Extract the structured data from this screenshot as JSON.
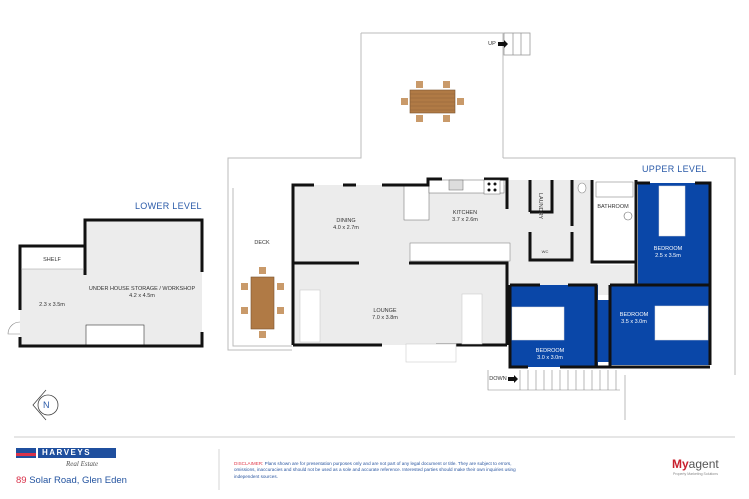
{
  "plan": {
    "lower_level": {
      "title": "LOWER LEVEL",
      "rooms": [
        {
          "name": "SHELF",
          "dims": ""
        },
        {
          "name": "UNDER HOUSE STORAGE / WORKSHOP",
          "dims": "4.2 x 4.5m"
        },
        {
          "name": "",
          "dims": "2.3 x 3.5m"
        }
      ]
    },
    "upper_level": {
      "title": "UPPER LEVEL",
      "rooms": [
        {
          "name": "DECK",
          "dims": ""
        },
        {
          "name": "DINING",
          "dims": "4.0 x 2.7m"
        },
        {
          "name": "KITCHEN",
          "dims": "3.7 x 2.6m"
        },
        {
          "name": "LAUNDRY",
          "dims": ""
        },
        {
          "name": "WC",
          "dims": ""
        },
        {
          "name": "BATHROOM",
          "dims": ""
        },
        {
          "name": "BEDROOM",
          "dims": "2.5 x 3.5m"
        },
        {
          "name": "LOUNGE",
          "dims": "7.0 x 3.8m"
        },
        {
          "name": "BEDROOM",
          "dims": "3.5 x 3.0m"
        },
        {
          "name": "BEDROOM",
          "dims": "3.0 x 3.0m"
        }
      ],
      "stairs": {
        "up": "UP",
        "down": "DOWN"
      }
    },
    "compass": "N"
  },
  "footer": {
    "agency_name": "HARVEYS",
    "agency_sub": "Real Estate",
    "address_number": "89",
    "address_rest": "Solar Road, Glen Eden",
    "disclaimer_label": "DISCLAIMER:",
    "disclaimer_text": "Plans shown are for presentation purposes only and are not part of any legal document or title. They are subject to errors, omissions, inaccuracies and should not be used as a sole and accurate reference. Interested parties should make their own inquiries using independent sources.",
    "myagent_my": "My",
    "myagent_agent": "agent",
    "myagent_tagline": "Property Marketing Solutions"
  },
  "colors": {
    "bedroom_fill": "#0a47a8",
    "floor_fill": "#ececec",
    "wall": "#111111",
    "level_title": "#2a5aa8",
    "brand_red": "#d9324a",
    "brand_blue": "#1f4f9e",
    "furniture_wood": "#b07a45"
  }
}
